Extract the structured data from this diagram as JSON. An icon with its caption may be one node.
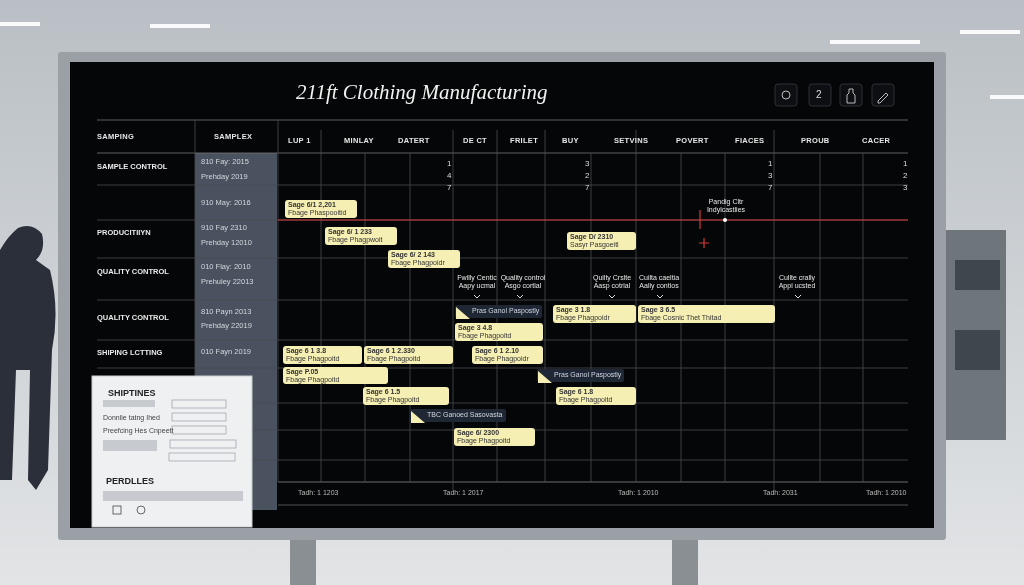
{
  "diagram": {
    "title": "211ft Clothing Manufacturing",
    "nodes": [
      {
        "text": [
          "Sage 6/1 2,201",
          "Fbage Phaspooitid"
        ]
      },
      {
        "text": [
          "Sage 6/ 1 233",
          "Fbage Phagpwoit"
        ]
      },
      {
        "text": [
          "Sage 6/ 2 143",
          "Fbage Phagpoidr"
        ]
      },
      {
        "text": [
          "Sage D/ 2310",
          "Sasyr Pasgoeitl"
        ]
      },
      {
        "text": [
          "Sage 3 1.8",
          "Fbage Phagpoidr"
        ]
      },
      {
        "text": [
          "Sage 3 6.5",
          "Fbage Cosnic Thet Thitad"
        ]
      },
      {
        "text": [
          "Sage 3 4.8",
          "Fbage Phagpoitd"
        ]
      },
      {
        "text": [
          "Sage 6 1 2.10",
          "Fbage Phagpoidr"
        ]
      },
      {
        "text": [
          "Sage 6 1 3.8",
          "Fbage Phagpoitd"
        ]
      },
      {
        "text": [
          "Sage 6 1 2.330",
          "Fbage Phagpoitd"
        ]
      },
      {
        "text": [
          "Sage P.05",
          "Fbage Phagpoitd"
        ]
      },
      {
        "text": [
          "Sage 6 1.5",
          "Fbage Phagpoitd"
        ]
      },
      {
        "text": [
          "Sage 6 1.8",
          "Fbage Phagpoitd"
        ]
      },
      {
        "text": [
          "Sage 6/ 2300",
          "Fbage Phagpoitd"
        ]
      },
      {
        "text": [
          "Pras Ganol Paspostly"
        ]
      },
      {
        "text": [
          "Pras Ganol Paspostly"
        ]
      },
      {
        "text": [
          "TBC Ganoed Sasovasta"
        ]
      },
      {
        "text": [],
        "shape": "person"
      }
    ],
    "labels": [
      "2",
      "SAMPING",
      "SAMPLEX",
      "LUP 1",
      "MINLAY",
      "DATERT",
      "DE CT",
      "FRILET",
      "BUY",
      "SETVINS",
      "POVERT",
      "FIACES",
      "PROUB",
      "CACER",
      "SAMPLE CONTROL",
      "PRODUCITIIYN",
      "QUALITY CONTROL",
      "QUALITY CONTROL",
      "SHIPING LCTTING",
      "810 Fay: 2015",
      "Prehday 2019",
      "910 May: 2016",
      "910 Fay 2310",
      "Prehday 12010",
      "010 Flay: 2010",
      "Prehuley 22013",
      "810 Payn 2013",
      "Prehday 22019",
      "010 Fayn 2019",
      "1",
      "4",
      "7",
      "3",
      "2",
      "7",
      "1",
      "3",
      "7",
      "1",
      "2",
      "3",
      "Pandig Cltr Indylcastlies",
      "Fwilly Centic Aapy ucmal",
      "Quality control Asgo cortial",
      "Quilty Crslte Aasp cotrial",
      "Cuilta caeltia Aaliy contios",
      "Cullte crally Appi ucsted",
      "Tadh: 1 1203",
      "Tadh: 1 2017",
      "Tadh: 1 2010",
      "Tadh: 2031",
      "Tadh: 1 2010",
      "SHIPTINES",
      "Donnlie tatng Ihed",
      "Preefcing Hes Cnpeett",
      "PERDLLES"
    ]
  }
}
